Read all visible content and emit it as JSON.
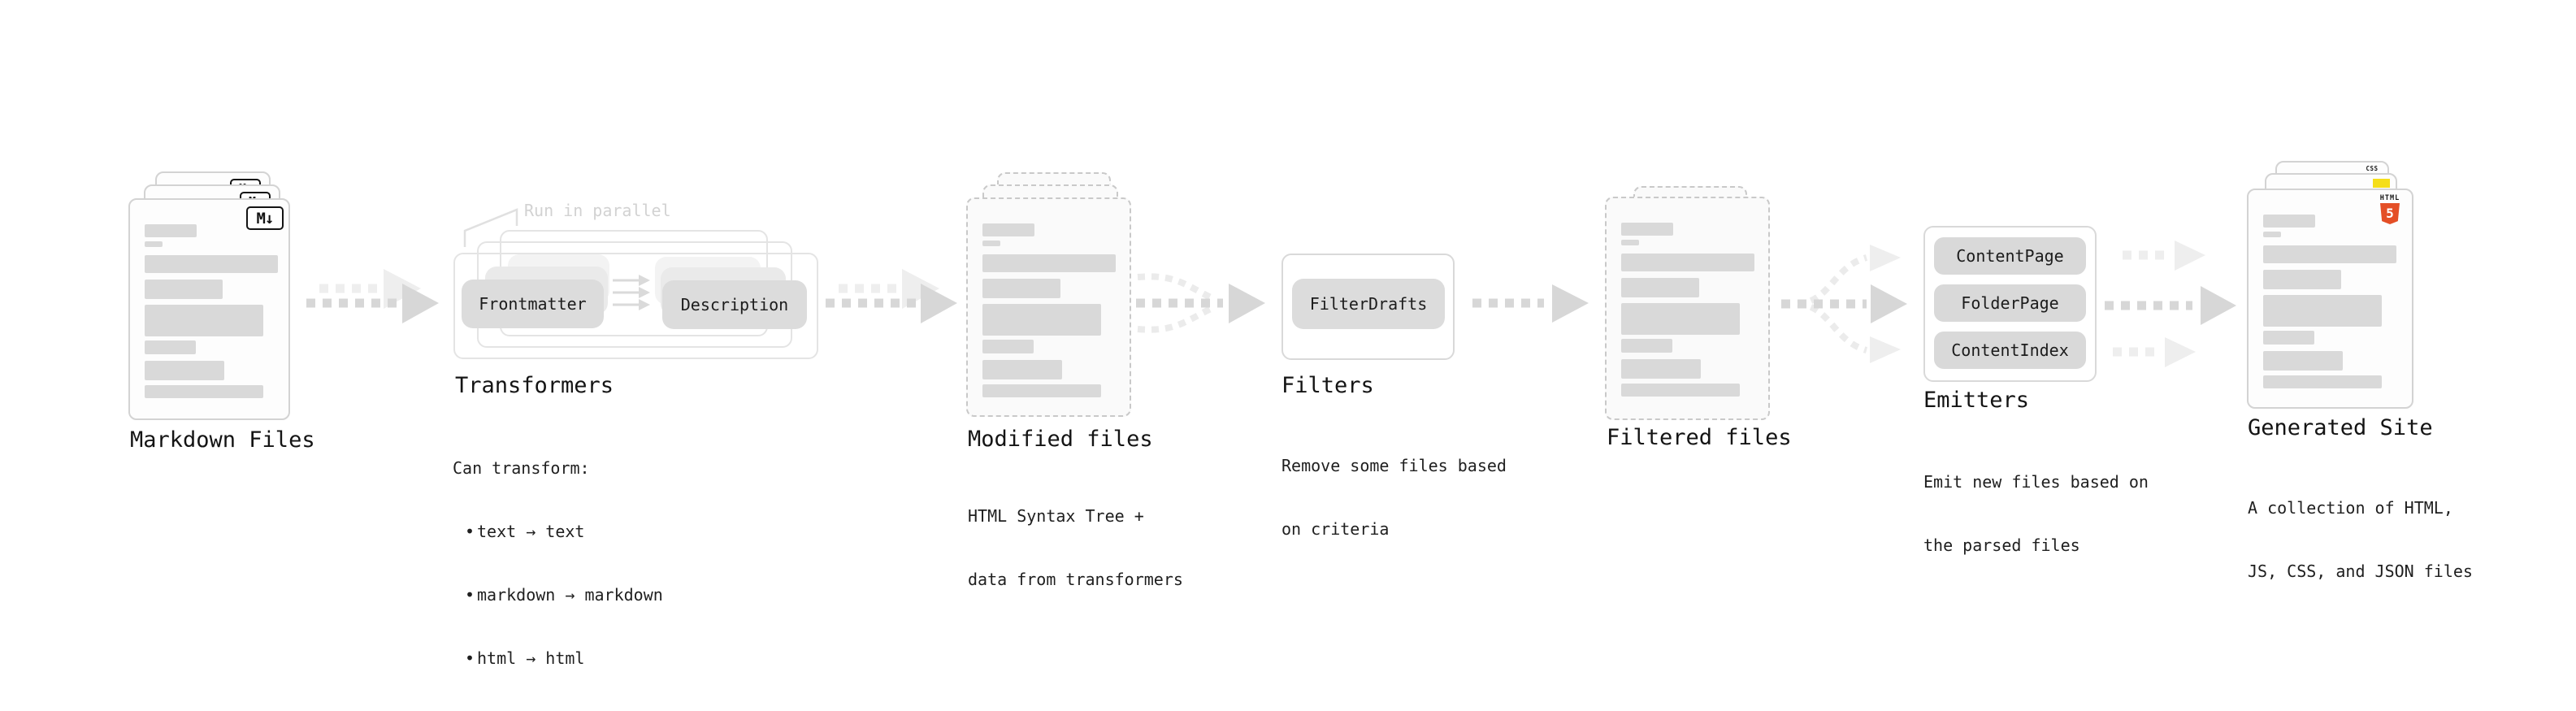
{
  "ui": {
    "bullet": "•"
  },
  "stages": {
    "markdown_files": {
      "title": "Markdown Files",
      "badge": "M↓"
    },
    "transformers": {
      "title": "Transformers",
      "annotation": "Run in parallel",
      "desc": "Can transform:",
      "bullets": [
        "text → text",
        "markdown → markdown",
        "html → html"
      ],
      "pills": [
        "Frontmatter",
        "Description"
      ]
    },
    "modified_files": {
      "title": "Modified files",
      "desc_lines": [
        "HTML Syntax Tree +",
        "data from transformers"
      ]
    },
    "filters": {
      "title": "Filters",
      "desc_lines": [
        "Remove some files based",
        "on criteria"
      ],
      "pills": [
        "FilterDrafts"
      ]
    },
    "filtered_files": {
      "title": "Filtered files"
    },
    "emitters": {
      "title": "Emitters",
      "desc_lines": [
        "Emit new files based on",
        "the parsed files"
      ],
      "pills": [
        "ContentPage",
        "FolderPage",
        "ContentIndex"
      ]
    },
    "generated_site": {
      "title": "Generated Site",
      "desc_lines": [
        "A collection of HTML,",
        "JS, CSS, and JSON files"
      ],
      "badges": {
        "css": "CSS",
        "html_label": "HTML",
        "html_number": "5"
      }
    }
  },
  "colors": {
    "html5_orange": "#e44f26",
    "js_yellow": "#f5de19",
    "css_blue": "#2e5cea",
    "bar_gray": "#d9d9d9",
    "arrow_dark": "#d7d7d7",
    "arrow_light": "#eeeeee",
    "annotation_gray": "#d2d2d2"
  }
}
